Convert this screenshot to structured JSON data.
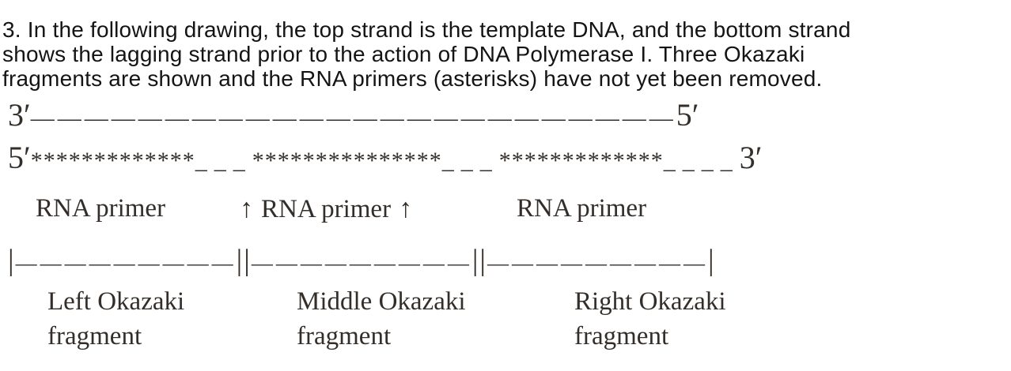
{
  "question": {
    "lines": [
      "3. In the following drawing, the top strand is the template DNA, and the bottom strand",
      "shows the lagging strand prior to the action of DNA Polymerase I. Three Okazaki",
      "fragments are shown and the RNA primers (asterisks) have not yet been removed."
    ]
  },
  "diagram": {
    "template_strand": {
      "left_end": "3′",
      "line": "————————————————————————",
      "right_end": "5′"
    },
    "lagging_strand": {
      "left_end": "5′",
      "primer1": "*************",
      "gap1": "___",
      "primer2": "***************",
      "gap2": "___",
      "primer3": "*************",
      "gap3": "____",
      "right_end": "3′"
    },
    "primer_labels": {
      "left": "RNA primer",
      "middle": "RNA primer",
      "right": "RNA primer",
      "arrow": "↑"
    },
    "fragment_boundaries": {
      "end_bar": "|",
      "segment": "—————————",
      "double_bar": "||"
    },
    "fragment_labels": {
      "left": {
        "line1": "Left Okazaki",
        "line2": "fragment"
      },
      "middle": {
        "line1": "Middle Okazaki",
        "line2": "fragment"
      },
      "right": {
        "line1": "Right Okazaki",
        "line2": "fragment"
      }
    },
    "colors": {
      "paragraph_ink": "#141414",
      "diagram_ink": "#332e29",
      "background": "#ffffff"
    }
  }
}
